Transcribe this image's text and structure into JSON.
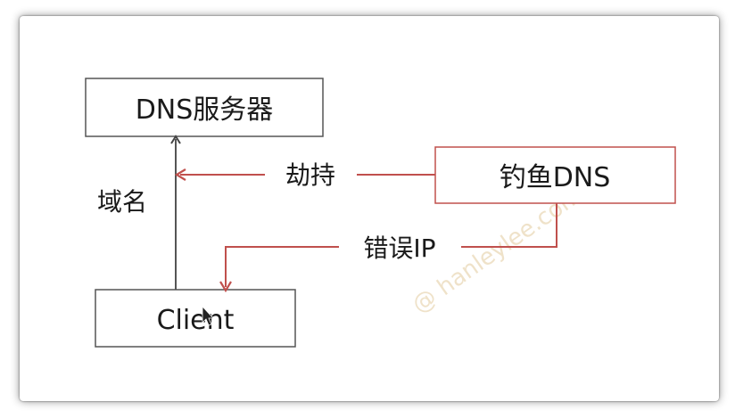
{
  "nodes": {
    "dns_server": {
      "label": "DNS服务器"
    },
    "phishing_dns": {
      "label": "钓鱼DNS"
    },
    "client": {
      "label": "Client"
    }
  },
  "edges": {
    "domain": {
      "label": "域名"
    },
    "hijack": {
      "label": "劫持"
    },
    "wrong_ip": {
      "label": "错误IP"
    }
  },
  "watermark": "@ hanleylee.com",
  "colors": {
    "normal_stroke": "#555555",
    "phishing_stroke": "#c0504d",
    "text": "#1a1a1a"
  }
}
